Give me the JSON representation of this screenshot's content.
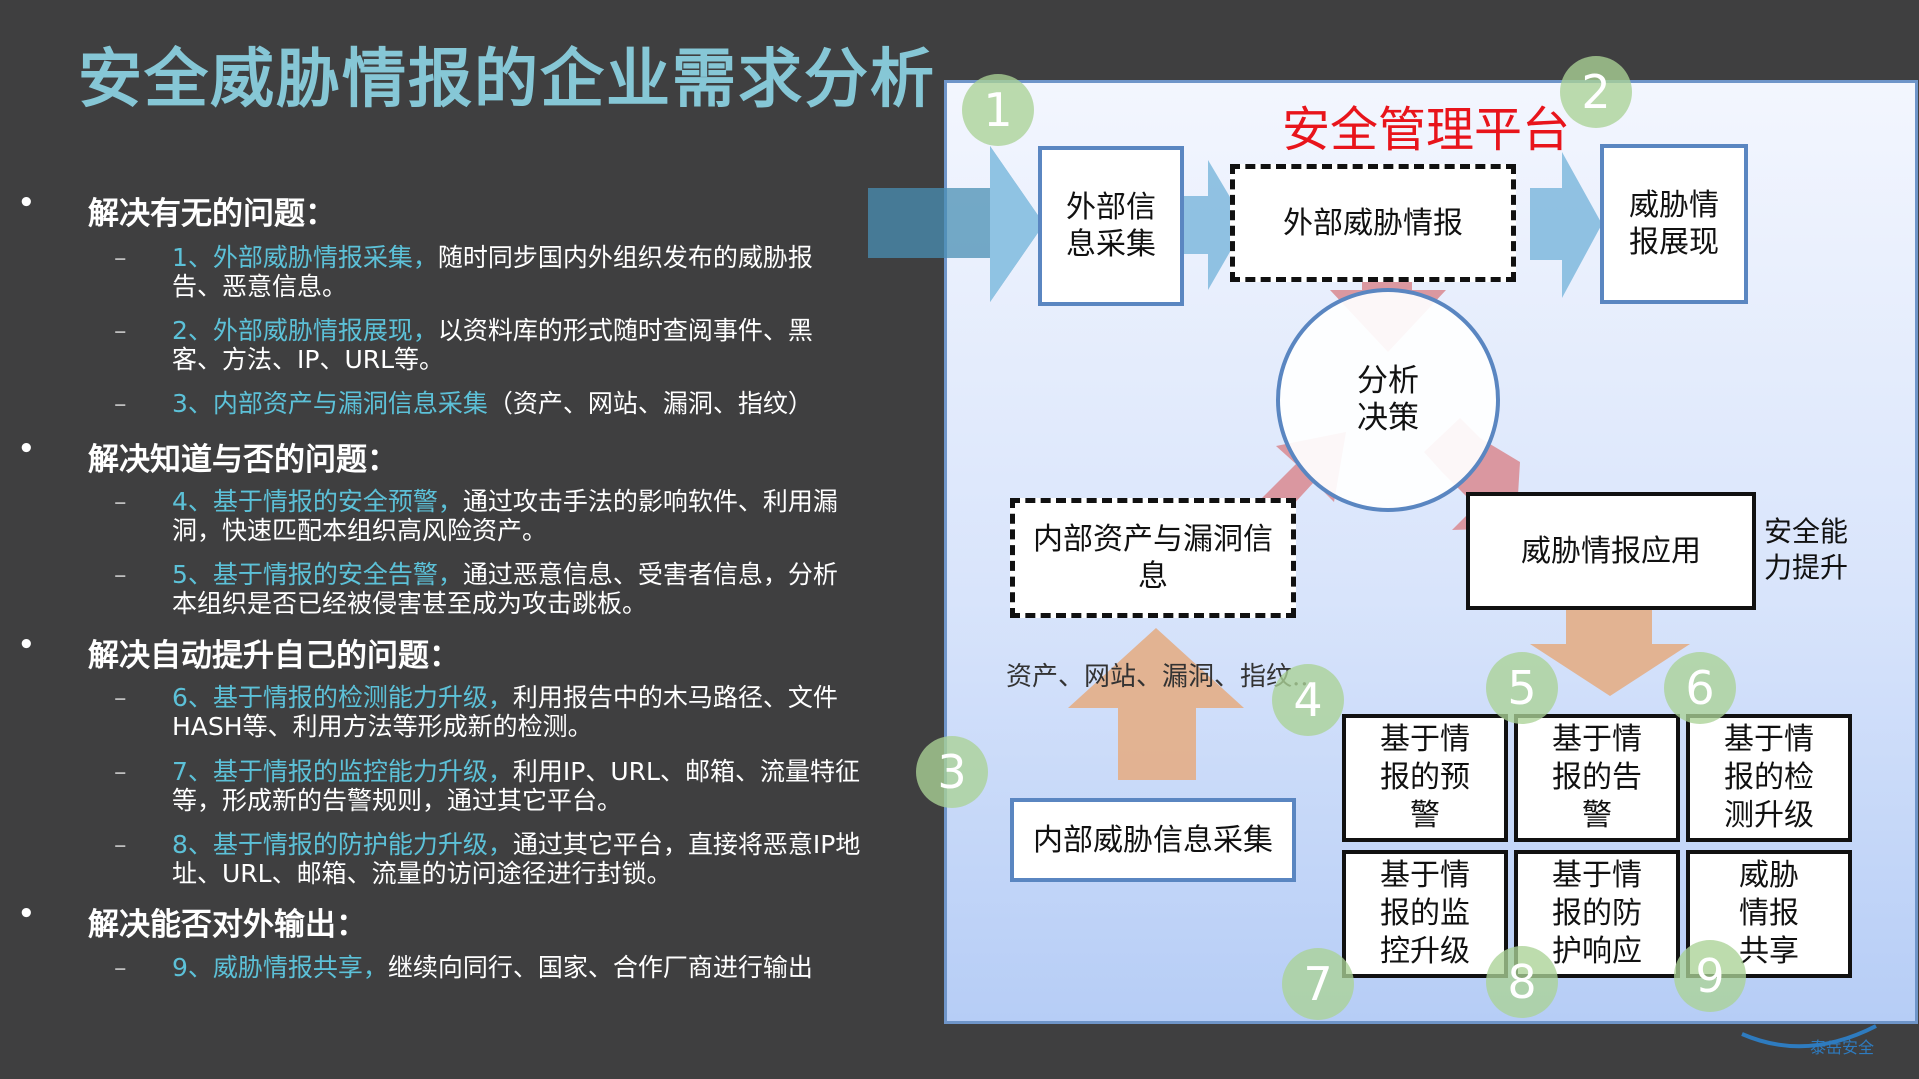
{
  "title": "安全威胁情报的企业需求分析",
  "left": {
    "s1": {
      "heading": "解决有无的问题：",
      "i1": {
        "hl": "1、外部威胁情报采集，",
        "text": "随时同步国内外组织发布的威胁报告、恶意信息。"
      },
      "i2": {
        "hl": "2、外部威胁情报展现，",
        "text": "以资料库的形式随时查阅事件、黑客、方法、IP、URL等。"
      },
      "i3": {
        "hl": "3、内部资产与漏洞信息采集",
        "text": "（资产、网站、漏洞、指纹）"
      }
    },
    "s2": {
      "heading": "解决知道与否的问题：",
      "i4": {
        "hl": "4、基于情报的安全预警，",
        "text": "通过攻击手法的影响软件、利用漏洞，快速匹配本组织高风险资产。"
      },
      "i5": {
        "hl": "5、基于情报的安全告警，",
        "text": "通过恶意信息、受害者信息，分析本组织是否已经被侵害甚至成为攻击跳板。"
      }
    },
    "s3": {
      "heading": "解决自动提升自己的问题：",
      "i6": {
        "hl": "6、基于情报的检测能力升级，",
        "text": "利用报告中的木马路径、文件HASH等、利用方法等形成新的检测。"
      },
      "i7": {
        "hl": "7、基于情报的监控能力升级，",
        "text": "利用IP、URL、邮箱、流量特征等，形成新的告警规则，通过其它平台。"
      },
      "i8": {
        "hl": "8、基于情报的防护能力升级，",
        "text": "通过其它平台，直接将恶意IP地址、URL、邮箱、流量的访问途径进行封锁。"
      }
    },
    "s4": {
      "heading": "解决能否对外输出：",
      "i9": {
        "hl": "9、威胁情报共享，",
        "text": "继续向同行、国家、合作厂商进行输出"
      }
    }
  },
  "diagram": {
    "platform_title": "安全管理平台",
    "ext_collect": "外部信息采集",
    "ext_intel": "外部威胁情报",
    "intel_display": "威胁情报展现",
    "analysis": "分析决策",
    "internal_assets": "内部资产与漏洞信息",
    "intel_app": "威胁情报应用",
    "capability_up": "安全能力提升",
    "assets_note": "资产、网站、漏洞、指纹...",
    "internal_collect": "内部威胁信息采集",
    "warn": "基于情报的预警",
    "alert": "基于情报的告警",
    "detect": "基于情报的检测升级",
    "monitor": "基于情报的监控升级",
    "protect": "基于情报的防护响应",
    "share": "威胁情报共享",
    "n1": "1",
    "n2": "2",
    "n3": "3",
    "n4": "4",
    "n5": "5",
    "n6": "6",
    "n7": "7",
    "n8": "8",
    "n9": "9",
    "logo": "泰岳安全"
  },
  "colors": {
    "title": "#86c7d6",
    "highlight": "#5cc1d8",
    "platform_title": "#e8141b",
    "arrow_blue": "#7fb8dd",
    "arrow_pink": "#d98e96",
    "arrow_tan": "#e3b08c",
    "circle": "#a8d295"
  }
}
